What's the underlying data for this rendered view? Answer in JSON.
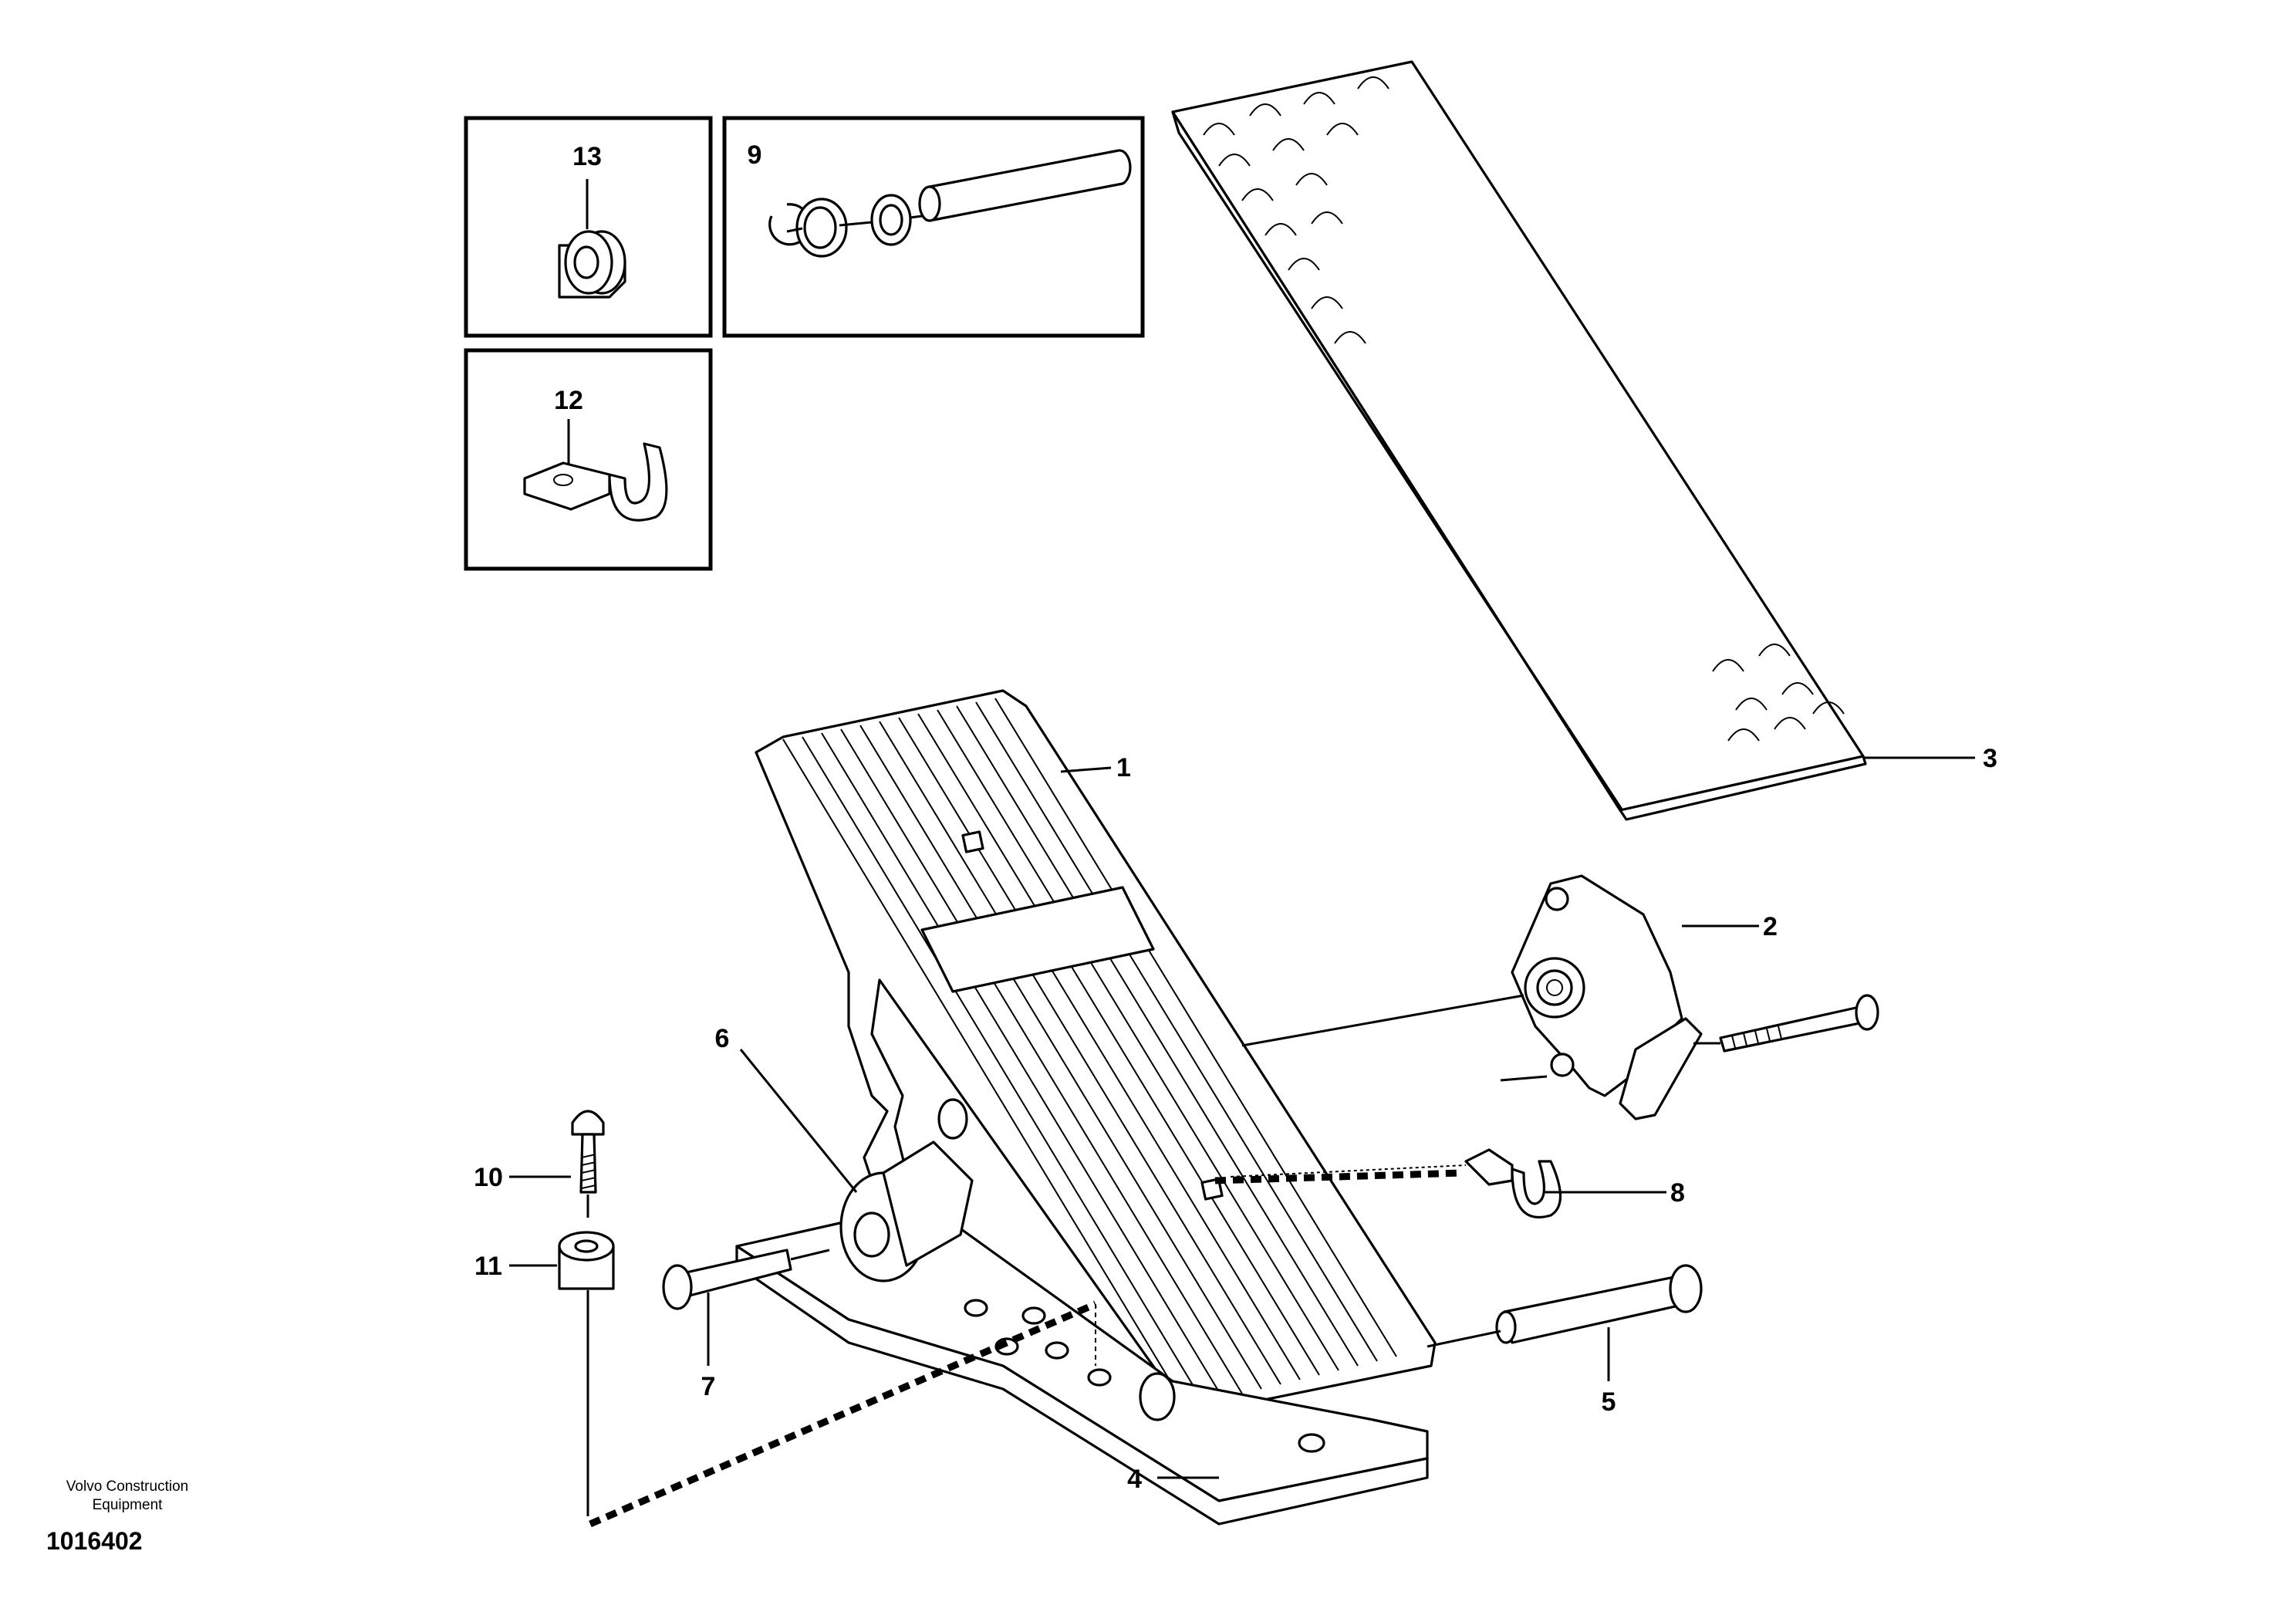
{
  "title_block": {
    "manufacturer_line1": "Volvo Construction",
    "manufacturer_line2": "Equipment",
    "document_number": "1016402"
  },
  "callouts": [
    "1",
    "2",
    "3",
    "4",
    "5",
    "6",
    "7",
    "8",
    "9",
    "10",
    "11",
    "12",
    "13"
  ]
}
